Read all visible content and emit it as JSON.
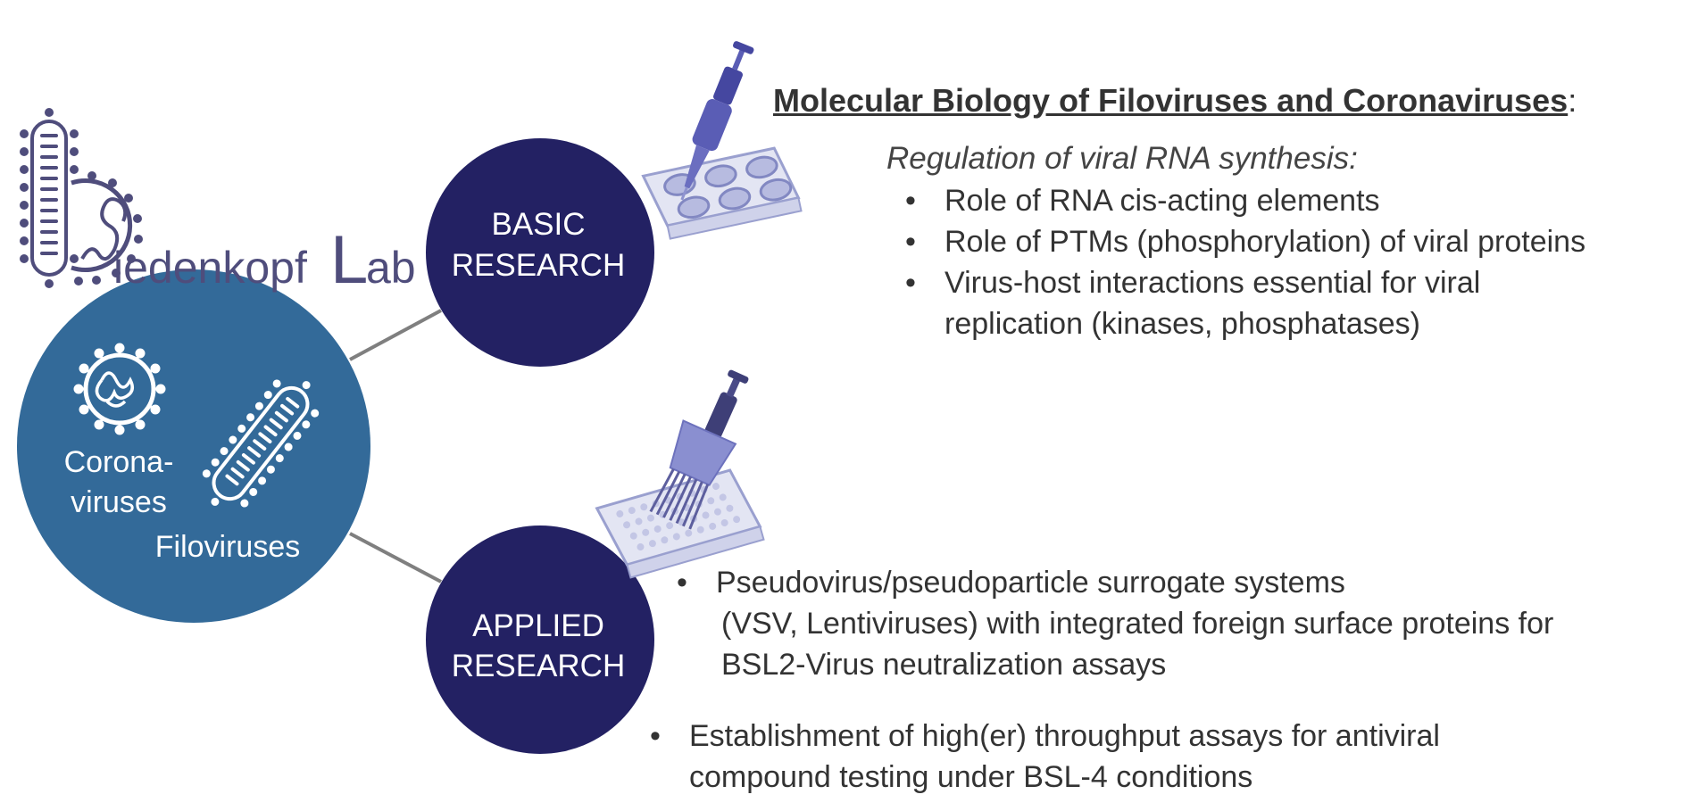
{
  "lab_logo": {
    "letters": "iedenkopf",
    "big_letter": "L",
    "tail": "ab"
  },
  "hub": {
    "label_line1": "Corona-",
    "label_line2": "viruses",
    "label2": "Filoviruses"
  },
  "basic_node": {
    "line1": "BASIC",
    "line2": "RESEARCH"
  },
  "applied_node": {
    "line1": "APPLIED",
    "line2": "RESEARCH"
  },
  "basic": {
    "heading": "Molecular Biology of Filoviruses and Coronaviruses",
    "heading_punct": ":",
    "subheading": "Regulation of viral RNA synthesis:",
    "bullets": [
      "Role of RNA cis-acting elements",
      "Role of PTMs (phosphorylation) of viral proteins",
      "Virus-host interactions essential for viral"
    ],
    "bullet3_line2": "replication (kinases, phosphatases)"
  },
  "applied": {
    "bullet1_line1": "Pseudovirus/pseudoparticle surrogate systems",
    "bullet1_line2": "(VSV, Lentiviruses) with integrated foreign surface proteins for",
    "bullet1_line3": "BSL2-Virus neutralization assays",
    "bullet2_line1": "Establishment of high(er) throughput assays for antiviral",
    "bullet2_line2": "compound testing under BSL-4 conditions"
  },
  "colors": {
    "node_navy": "#232163",
    "hub_blue": "#336a99",
    "logo_purple": "#4f4d7c",
    "connector": "#7f7f7f",
    "equipment": "#7a7fc0"
  },
  "icons": [
    "filovirus-logo-icon",
    "coronavirus-logo-icon",
    "pipette-plate-icon",
    "multichannel-pipette-icon"
  ]
}
